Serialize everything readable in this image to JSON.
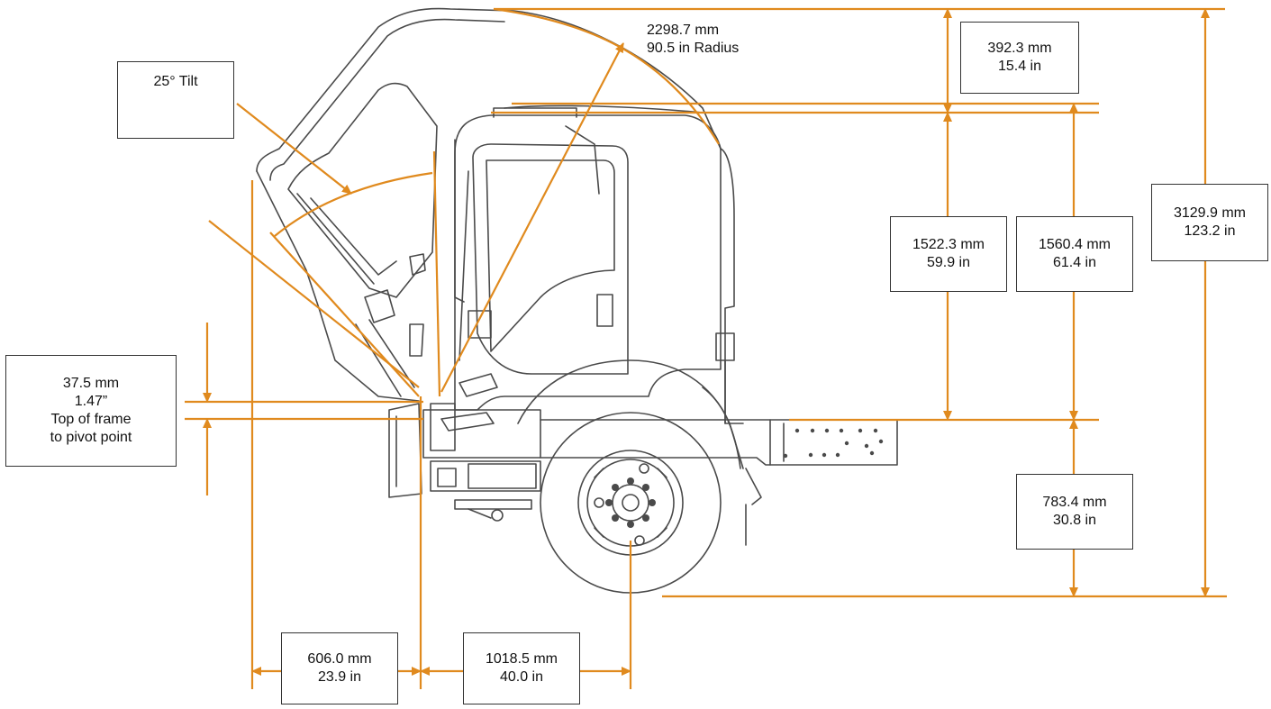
{
  "colors": {
    "dimension": "#E08A1E",
    "outline": "#4a4a4a"
  },
  "labels": {
    "tilt": "25° Tilt",
    "radius": {
      "mm": "2298.7 mm",
      "in": "90.5 in Radius"
    },
    "top_gap": {
      "mm": "392.3 mm",
      "in": "15.4 in"
    },
    "overall_height": {
      "mm": "3129.9 mm",
      "in": "123.2 in"
    },
    "cab_height_a": {
      "mm": "1522.3 mm",
      "in": "59.9 in"
    },
    "cab_height_b": {
      "mm": "1560.4 mm",
      "in": "61.4 in"
    },
    "frame_height": {
      "mm": "783.4 mm",
      "in": "30.8 in"
    },
    "pivot_offset": {
      "mm": "37.5 mm",
      "in": "1.47”",
      "line3": "Top of frame",
      "line4": "to pivot point"
    },
    "front_overhang": {
      "mm": "606.0 mm",
      "in": "23.9 in"
    },
    "pivot_to_axle": {
      "mm": "1018.5 mm",
      "in": "40.0 in"
    }
  }
}
